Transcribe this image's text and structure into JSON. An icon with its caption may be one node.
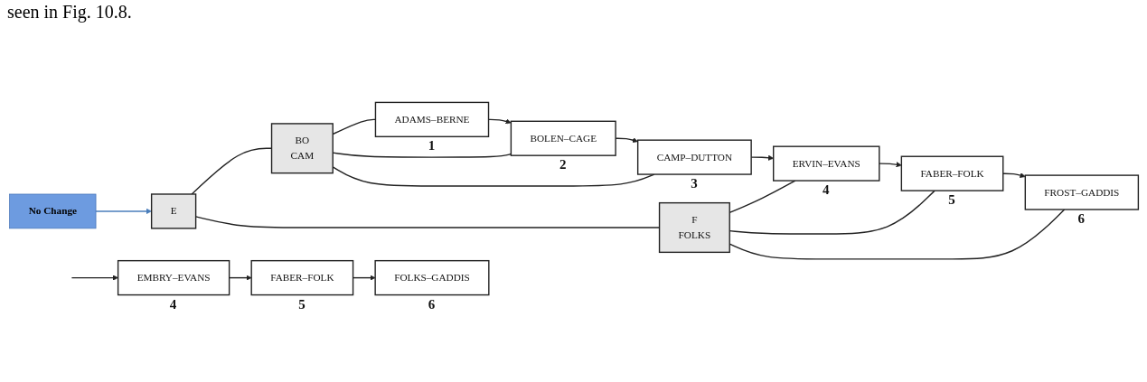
{
  "diagram": {
    "nodes": [
      {
        "text": [
          "E"
        ]
      },
      {
        "text": [
          "BO",
          "CAM"
        ]
      },
      {
        "text": [
          "F",
          "FOLKS"
        ]
      },
      {
        "text": [
          "ADAMS–BERNE"
        ],
        "beside": [
          "1"
        ]
      },
      {
        "text": [
          "BOLEN–CAGE"
        ],
        "beside": [
          "2"
        ]
      },
      {
        "text": [
          "CAMP–DUTTON"
        ],
        "beside": [
          "3"
        ]
      },
      {
        "text": [
          "ERVIN–EVANS"
        ],
        "beside": [
          "4"
        ]
      },
      {
        "text": [
          "FABER–FOLK"
        ],
        "beside": [
          "5"
        ]
      },
      {
        "text": [
          "FROST–GADDIS"
        ],
        "beside": [
          "6"
        ]
      },
      {
        "text": [
          "No Change"
        ]
      },
      {
        "text": [
          "EMBRY–EVANS"
        ],
        "beside": [
          "4"
        ]
      },
      {
        "text": [
          "FABER–FOLK"
        ],
        "beside": [
          "5"
        ]
      },
      {
        "text": [
          "FOLKS–GADDIS"
        ],
        "beside": [
          "6"
        ]
      }
    ],
    "edges": [
      {
        "from": 0,
        "to": 1,
        "arrow": "none"
      },
      {
        "from": 0,
        "to": 2,
        "arrow": "none"
      },
      {
        "from": 1,
        "to": 3,
        "arrow": "none"
      },
      {
        "from": 1,
        "to": 4,
        "arrow": "none"
      },
      {
        "from": 1,
        "to": 5,
        "arrow": "none"
      },
      {
        "from": 2,
        "to": 6,
        "arrow": "none"
      },
      {
        "from": 2,
        "to": 7,
        "arrow": "none"
      },
      {
        "from": 2,
        "to": 8,
        "arrow": "none"
      },
      {
        "from": 3,
        "to": 4,
        "arrow": "to"
      },
      {
        "from": 4,
        "to": 5,
        "arrow": "to"
      },
      {
        "from": 5,
        "to": 6,
        "arrow": "to"
      },
      {
        "from": 6,
        "to": 7,
        "arrow": "to"
      },
      {
        "from": 7,
        "to": 8,
        "arrow": "to"
      },
      {
        "from": 9,
        "to": 0,
        "arrow": "to",
        "color": "#4a7ebb"
      },
      {
        "from": null,
        "to": 10,
        "arrow": "to"
      },
      {
        "from": 10,
        "to": 11,
        "arrow": "to"
      },
      {
        "from": 11,
        "to": 12,
        "arrow": "to"
      }
    ],
    "labels": [
      "seen in Fig. 10.8."
    ]
  }
}
